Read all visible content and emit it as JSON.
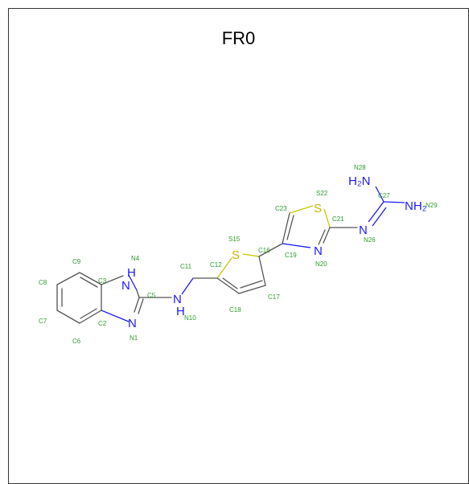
{
  "title": "FR0",
  "colors": {
    "bond": "#555555",
    "nitrogen": "#1a1aff",
    "sulfur": "#c8b400",
    "atom_index": "#2e9b2e"
  },
  "atoms": {
    "N1": {
      "label": "N",
      "index": "N1"
    },
    "C2": {
      "index": "C2"
    },
    "C3": {
      "index": "C3"
    },
    "N4": {
      "label": "H",
      "label2": "N",
      "index": "N4"
    },
    "C5": {
      "index": "C5"
    },
    "C6": {
      "index": "C6"
    },
    "C7": {
      "index": "C7"
    },
    "C8": {
      "index": "C8"
    },
    "C9": {
      "index": "C9"
    },
    "N10": {
      "label": "N",
      "label2": "H",
      "index": "N10"
    },
    "C11": {
      "index": "C11"
    },
    "C12": {
      "index": "C12"
    },
    "S15": {
      "label": "S",
      "index": "S15"
    },
    "C16": {
      "index": "C16"
    },
    "C17": {
      "index": "C17"
    },
    "C18": {
      "index": "C18"
    },
    "C19": {
      "index": "C19"
    },
    "N20": {
      "label": "N",
      "index": "N20"
    },
    "C21": {
      "index": "C21"
    },
    "S22": {
      "label": "S",
      "index": "S22"
    },
    "C23": {
      "index": "C23"
    },
    "N26": {
      "label": "N",
      "index": "N26"
    },
    "C27": {
      "index": "C27"
    },
    "N28": {
      "label": "H₂N",
      "index": "N28"
    },
    "N29": {
      "label": "NH₂",
      "index": "N29"
    }
  }
}
